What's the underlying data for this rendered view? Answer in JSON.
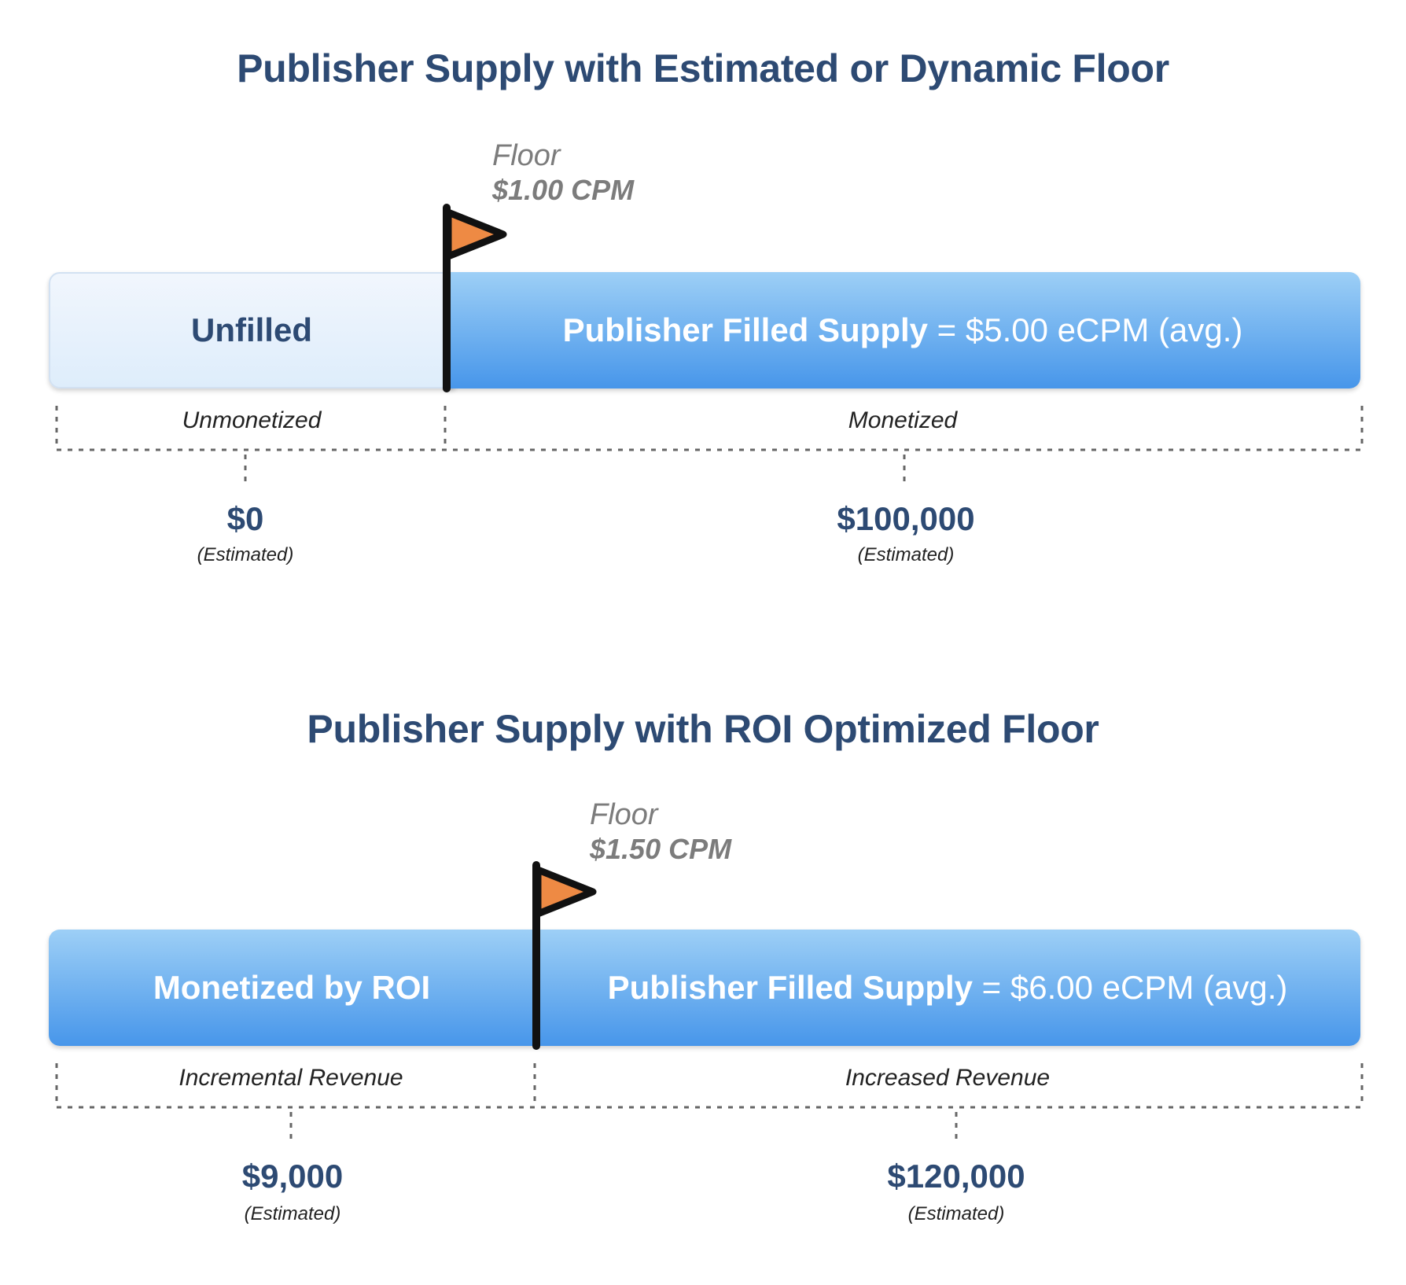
{
  "diagram1": {
    "title": "Publisher Supply with Estimated or Dynamic Floor",
    "floor_label": "Floor",
    "floor_value": "$1.00 CPM",
    "left_bar_label": "Unfilled",
    "right_bar_label_bold": "Publisher Filled Supply",
    "right_bar_label_rest": " = $5.00 eCPM (avg.)",
    "left_segment_label": "Unmonetized",
    "right_segment_label": "Monetized",
    "left_amount": "$0",
    "left_amount_note": "(Estimated)",
    "right_amount": "$100,000",
    "right_amount_note": "(Estimated)"
  },
  "diagram2": {
    "title": "Publisher Supply with ROI Optimized Floor",
    "floor_label": "Floor",
    "floor_value": "$1.50 CPM",
    "left_bar_label": "Monetized by ROI",
    "right_bar_label_bold": "Publisher Filled Supply",
    "right_bar_label_rest": " = $6.00 eCPM (avg.)",
    "left_segment_label": "Incremental Revenue",
    "right_segment_label": "Increased Revenue",
    "left_amount": "$9,000",
    "left_amount_note": "(Estimated)",
    "right_amount": "$120,000",
    "right_amount_note": "(Estimated)"
  },
  "colors": {
    "title": "#2d4a73",
    "flag": "#ee8a44",
    "bar_filled_top": "#9dcff6",
    "bar_filled_bottom": "#4796ea",
    "bar_unfilled": "#e6f1fc",
    "floor_text": "#7c7c7c"
  },
  "icons": [
    "flag-icon"
  ]
}
